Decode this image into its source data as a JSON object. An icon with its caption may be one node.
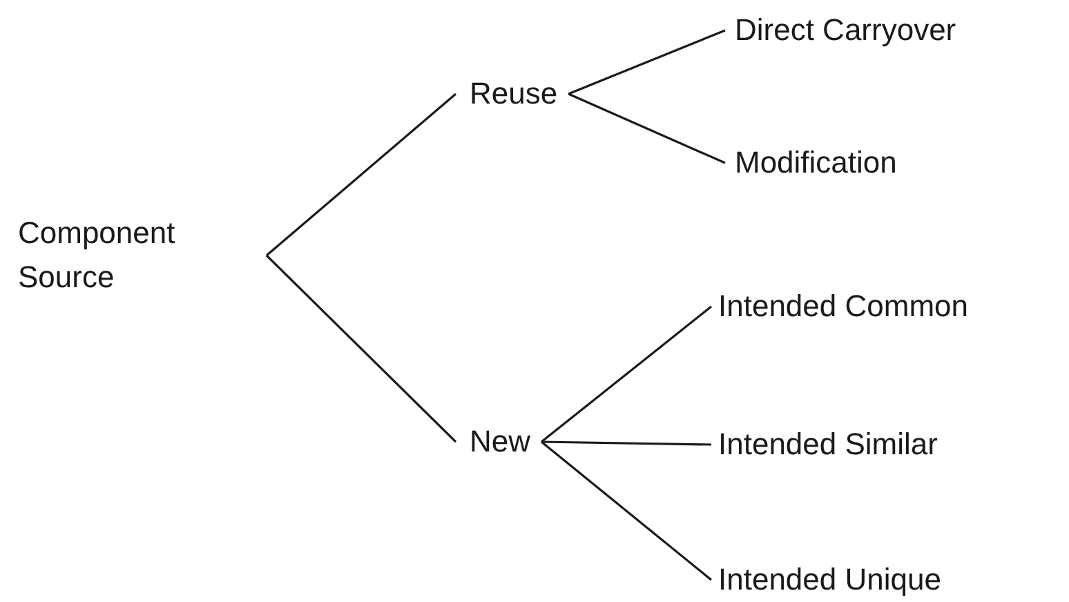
{
  "diagram": {
    "nodes": [
      {
        "text": [
          "Component Source"
        ]
      },
      {
        "text": [
          "Reuse"
        ]
      },
      {
        "text": [
          "New"
        ]
      },
      {
        "text": [
          "Direct Carryover"
        ]
      },
      {
        "text": [
          "Modification"
        ]
      },
      {
        "text": [
          "Intended Common"
        ]
      },
      {
        "text": [
          "Intended Similar"
        ]
      },
      {
        "text": [
          "Intended Unique"
        ]
      }
    ],
    "edges": [
      {
        "from": 0,
        "to": 1,
        "arrow": "none"
      },
      {
        "from": 0,
        "to": 2,
        "arrow": "none"
      },
      {
        "from": 1,
        "to": 3,
        "arrow": "none"
      },
      {
        "from": 1,
        "to": 4,
        "arrow": "none"
      },
      {
        "from": 2,
        "to": 5,
        "arrow": "none"
      },
      {
        "from": 2,
        "to": 6,
        "arrow": "none"
      },
      {
        "from": 2,
        "to": 7,
        "arrow": "none"
      }
    ]
  }
}
